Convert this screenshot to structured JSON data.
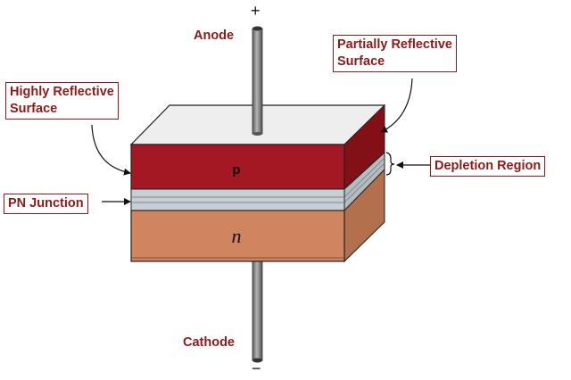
{
  "labels": {
    "anode": "Anode",
    "cathode": "Cathode",
    "partially_reflective_line1": "Partially Reflective",
    "partially_reflective_line2": "Surface",
    "highly_reflective_line1": "Highly Reflective",
    "highly_reflective_line2": "Surface",
    "depletion_region": "Depletion Region",
    "pn_junction": "PN Junction",
    "p_layer": "p",
    "n_layer": "n",
    "plus_sign": "+",
    "minus_sign": "−"
  },
  "colors": {
    "label_text": "#8b1a1a",
    "p_layer": "#a31822",
    "n_layer": "#cf855e",
    "junction": "#c7cfd5",
    "top_face": "#eeeeee",
    "electrode": "#8a8a8a"
  }
}
